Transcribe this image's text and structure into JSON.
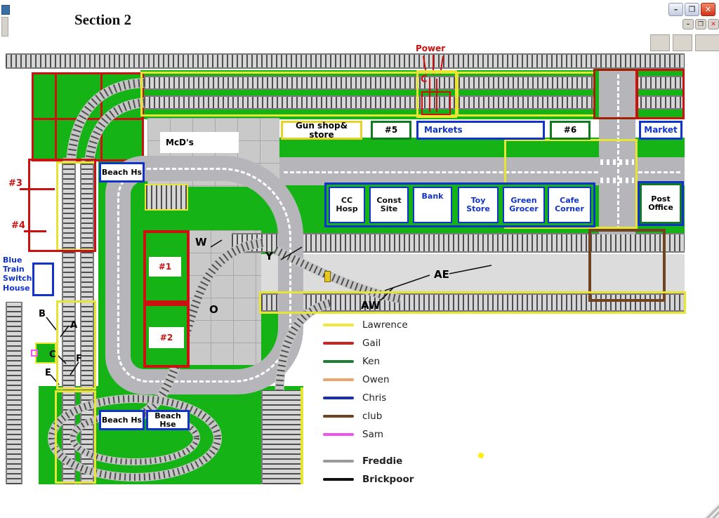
{
  "window": {
    "title": "Section 2",
    "outer_controls": {
      "minimize": "–",
      "maximize": "❐",
      "close": "✕"
    },
    "inner_controls": {
      "minimize": "–",
      "restore": "❐",
      "close": "✕"
    }
  },
  "map": {
    "power": {
      "label": "Power",
      "letter": "C"
    },
    "buildings": {
      "mcds": "McD's",
      "gun_shop": "Gun shop& store",
      "unit5": "#5",
      "markets": "Markets",
      "unit6": "#6",
      "market": "Market",
      "post_office": "Post Office",
      "beach_hs_upper": "Beach Hs",
      "beach_hs_lower": "Beach Hs",
      "beach_hse_lower": "Beach Hse",
      "unit1": "#1",
      "unit2": "#2"
    },
    "shops": [
      {
        "label": "CC Hosp",
        "color": "#111111"
      },
      {
        "label": "Const Site",
        "color": "#111111"
      },
      {
        "label": "Bank",
        "color": "#1133cc"
      },
      {
        "label": "Toy Store",
        "color": "#1133cc"
      },
      {
        "label": "Green Grocer",
        "color": "#1133cc"
      },
      {
        "label": "Cafe Corner",
        "color": "#1133cc"
      }
    ],
    "left_labels": {
      "num3": "#3",
      "num4": "#4",
      "switch_house": "Blue Train Switch House"
    },
    "track_letters": {
      "w": "W",
      "y": "Y",
      "o": "O",
      "ae": "AE",
      "aw": "AW",
      "a": "A",
      "b": "B",
      "c": "C",
      "e": "E",
      "f": "F"
    }
  },
  "legend": {
    "items": [
      {
        "label": "Lawrence",
        "color": "#f2e63c",
        "bold": false
      },
      {
        "label": "Gail",
        "color": "#cc2222",
        "bold": false
      },
      {
        "label": "Ken",
        "color": "#1e7e34",
        "bold": false
      },
      {
        "label": "Owen",
        "color": "#eda46c",
        "bold": false
      },
      {
        "label": "Chris",
        "color": "#1a2fae",
        "bold": false
      },
      {
        "label": "club",
        "color": "#6e4423",
        "bold": false
      },
      {
        "label": "Sam",
        "color": "#ee55ee",
        "bold": false
      },
      {
        "label": "Freddie",
        "color": "#9a9a9a",
        "bold": true
      },
      {
        "label": "Brickpoor",
        "color": "#111111",
        "bold": true
      }
    ]
  }
}
